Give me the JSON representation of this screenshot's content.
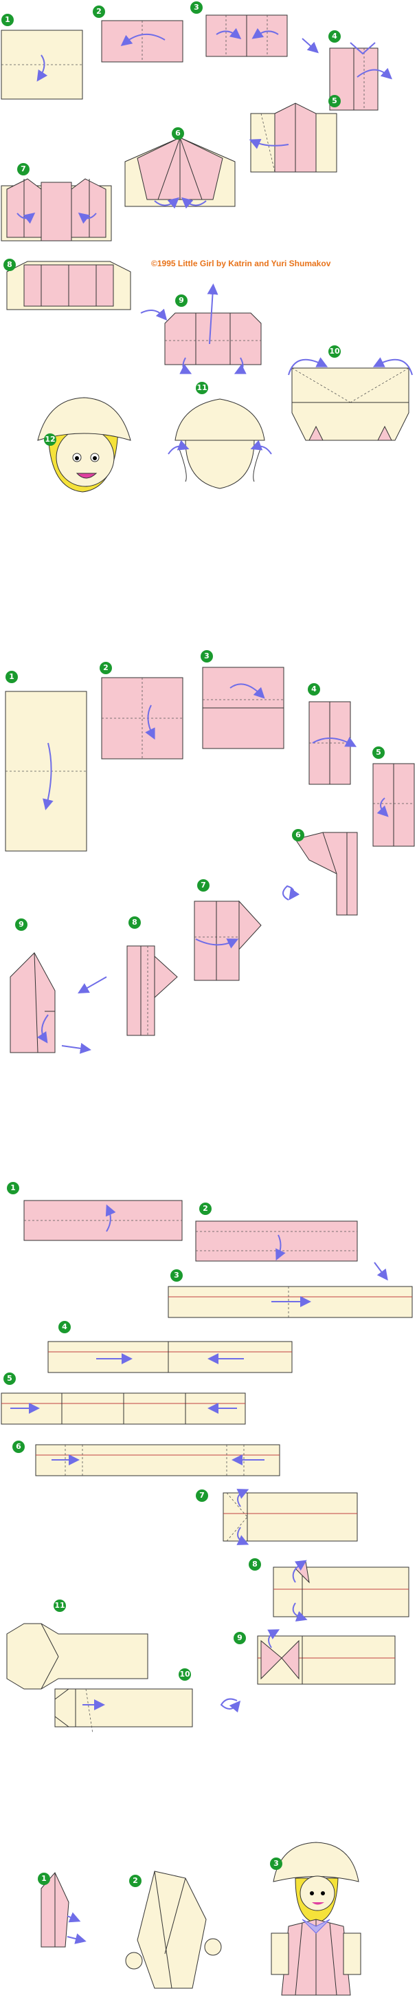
{
  "credit": "©1995 Little Girl by Katrin and Yuri Shumakov",
  "sections": [
    {
      "id": "head",
      "steps": [
        "1",
        "2",
        "3",
        "4",
        "5",
        "6",
        "7",
        "8",
        "9",
        "10",
        "11",
        "12"
      ]
    },
    {
      "id": "body",
      "steps": [
        "1",
        "2",
        "3",
        "4",
        "5",
        "6",
        "7",
        "8",
        "9"
      ]
    },
    {
      "id": "arms",
      "steps": [
        "1",
        "2",
        "3",
        "4",
        "5",
        "6",
        "7",
        "8",
        "9",
        "10",
        "11"
      ]
    },
    {
      "id": "assembly",
      "steps": [
        "1",
        "2",
        "3"
      ]
    }
  ],
  "colors": {
    "pink": "#f7c7cf",
    "cream": "#fbf4d6",
    "arrow": "#6f6de8",
    "step_badge": "#1a9a2e",
    "credit": "#e8731a",
    "skin": "#fbf4d6",
    "hair": "#f5e23a",
    "mouth": "#e040a0"
  }
}
